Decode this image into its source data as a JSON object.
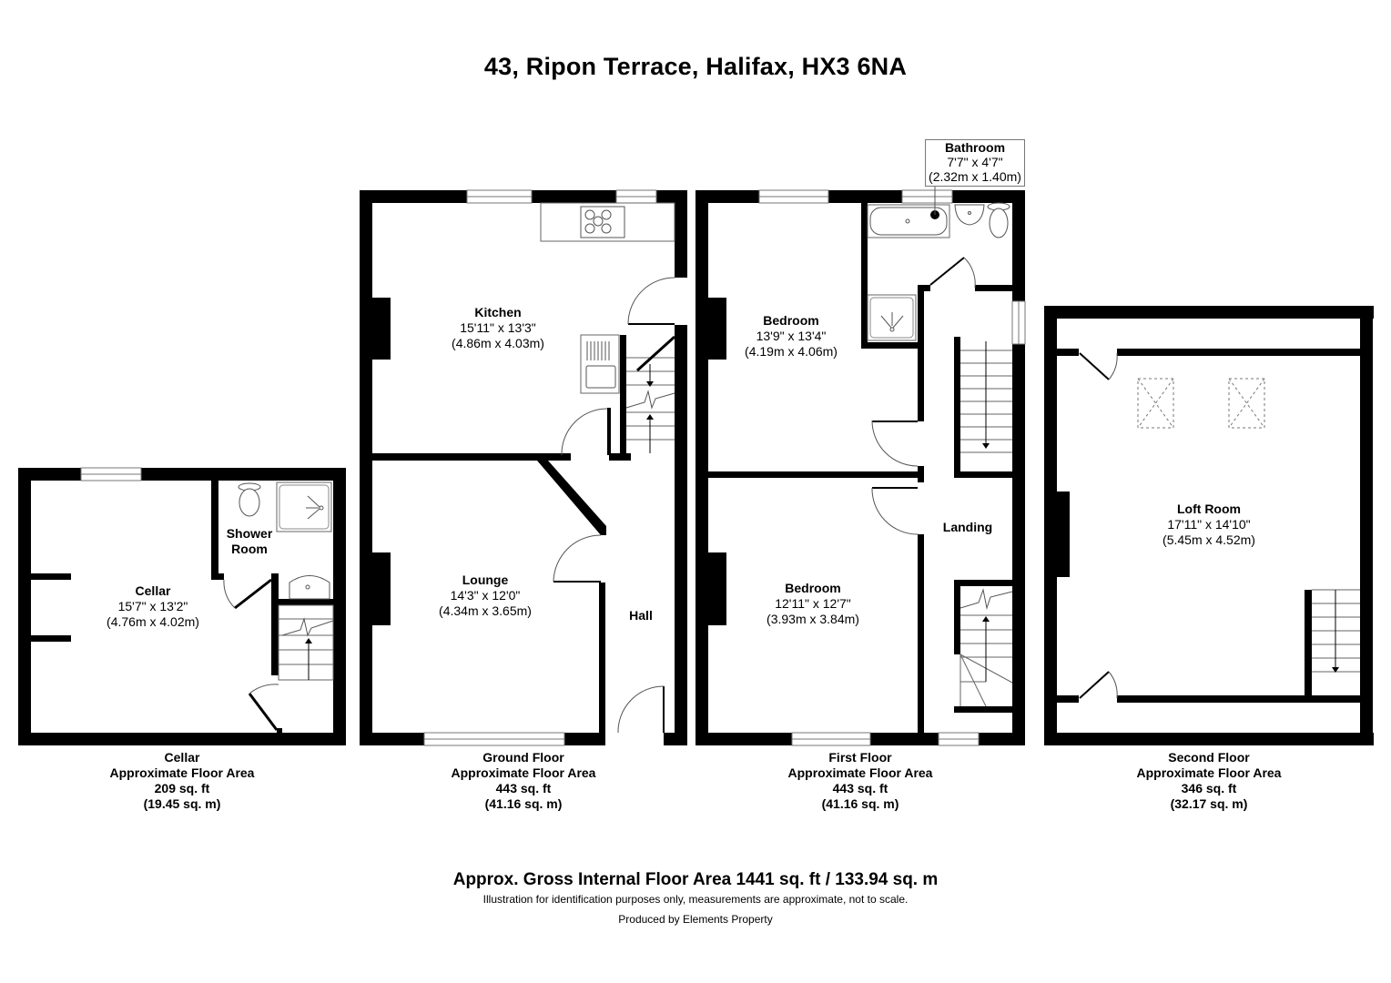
{
  "title": "43, Ripon Terrace, Halifax, HX3 6NA",
  "floors": {
    "cellar": {
      "caption": {
        "name": "Cellar",
        "label": "Approximate Floor Area",
        "sqft": "209 sq. ft",
        "sqm": "(19.45 sq. m)"
      },
      "rooms": {
        "cellar": {
          "name": "Cellar",
          "imperial": "15'7\" x 13'2\"",
          "metric": "(4.76m x 4.02m)"
        },
        "shower_room": {
          "name_line1": "Shower",
          "name_line2": "Room"
        }
      }
    },
    "ground": {
      "caption": {
        "name": "Ground Floor",
        "label": "Approximate Floor Area",
        "sqft": "443 sq. ft",
        "sqm": "(41.16 sq. m)"
      },
      "rooms": {
        "kitchen": {
          "name": "Kitchen",
          "imperial": "15'11\" x 13'3\"",
          "metric": "(4.86m x 4.03m)"
        },
        "lounge": {
          "name": "Lounge",
          "imperial": "14'3\" x 12'0\"",
          "metric": "(4.34m x 3.65m)"
        },
        "hall": {
          "name": "Hall"
        }
      }
    },
    "first": {
      "caption": {
        "name": "First Floor",
        "label": "Approximate Floor Area",
        "sqft": "443 sq. ft",
        "sqm": "(41.16 sq. m)"
      },
      "rooms": {
        "bedroom_rear": {
          "name": "Bedroom",
          "imperial": "13'9\" x 13'4\"",
          "metric": "(4.19m x 4.06m)"
        },
        "bedroom_front": {
          "name": "Bedroom",
          "imperial": "12'11\" x 12'7\"",
          "metric": "(3.93m x 3.84m)"
        },
        "landing": {
          "name": "Landing"
        },
        "bathroom": {
          "name": "Bathroom",
          "imperial": "7'7\" x 4'7\"",
          "metric": "(2.32m x 1.40m)"
        }
      }
    },
    "second": {
      "caption": {
        "name": "Second Floor",
        "label": "Approximate Floor Area",
        "sqft": "346 sq. ft",
        "sqm": "(32.17 sq. m)"
      },
      "rooms": {
        "loft": {
          "name": "Loft Room",
          "imperial": "17'11\" x 14'10\"",
          "metric": "(5.45m x 4.52m)"
        }
      }
    }
  },
  "footer": {
    "gross": "Approx. Gross Internal Floor Area 1441 sq. ft / 133.94 sq. m",
    "disclaimer": "Illustration for identification purposes only, measurements are approximate, not to scale.",
    "producer": "Produced by Elements Property"
  },
  "colors": {
    "wall": "#000000",
    "fixture_line": "#555555",
    "background": "#ffffff"
  }
}
